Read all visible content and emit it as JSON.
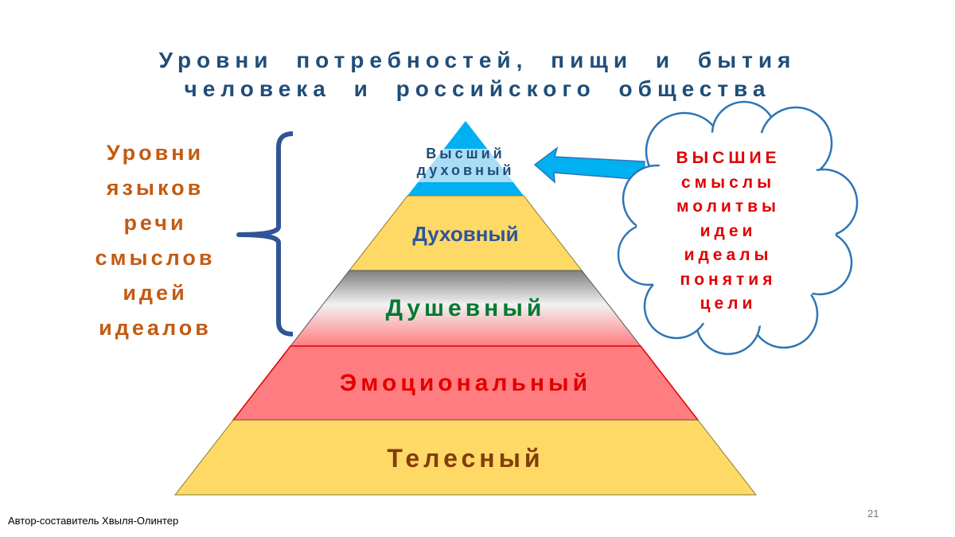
{
  "title": {
    "line1": "Уровни потребностей, пищи и бытия",
    "line2": "человека и российского общества"
  },
  "left_list": [
    "Уровни",
    "языков",
    "речи",
    "смыслов",
    "идей",
    "идеалов"
  ],
  "pyramid": [
    {
      "label_line1": "Высший",
      "label_line2": "духовный",
      "color": "#00b0f0"
    },
    {
      "label": "Духовный",
      "color": "#ffd966"
    },
    {
      "label": "Душевный",
      "color": "#808080"
    },
    {
      "label": "Эмоциональный",
      "color": "#ff7c80"
    },
    {
      "label": "Телесный",
      "color": "#ffd966"
    }
  ],
  "cloud": [
    "ВЫСШИЕ",
    "смыслы",
    "молитвы",
    "идеи",
    "идеалы",
    "понятия",
    "цели"
  ],
  "footer": "Автор-составитель Хвыля-Олинтер",
  "page_number": "21"
}
